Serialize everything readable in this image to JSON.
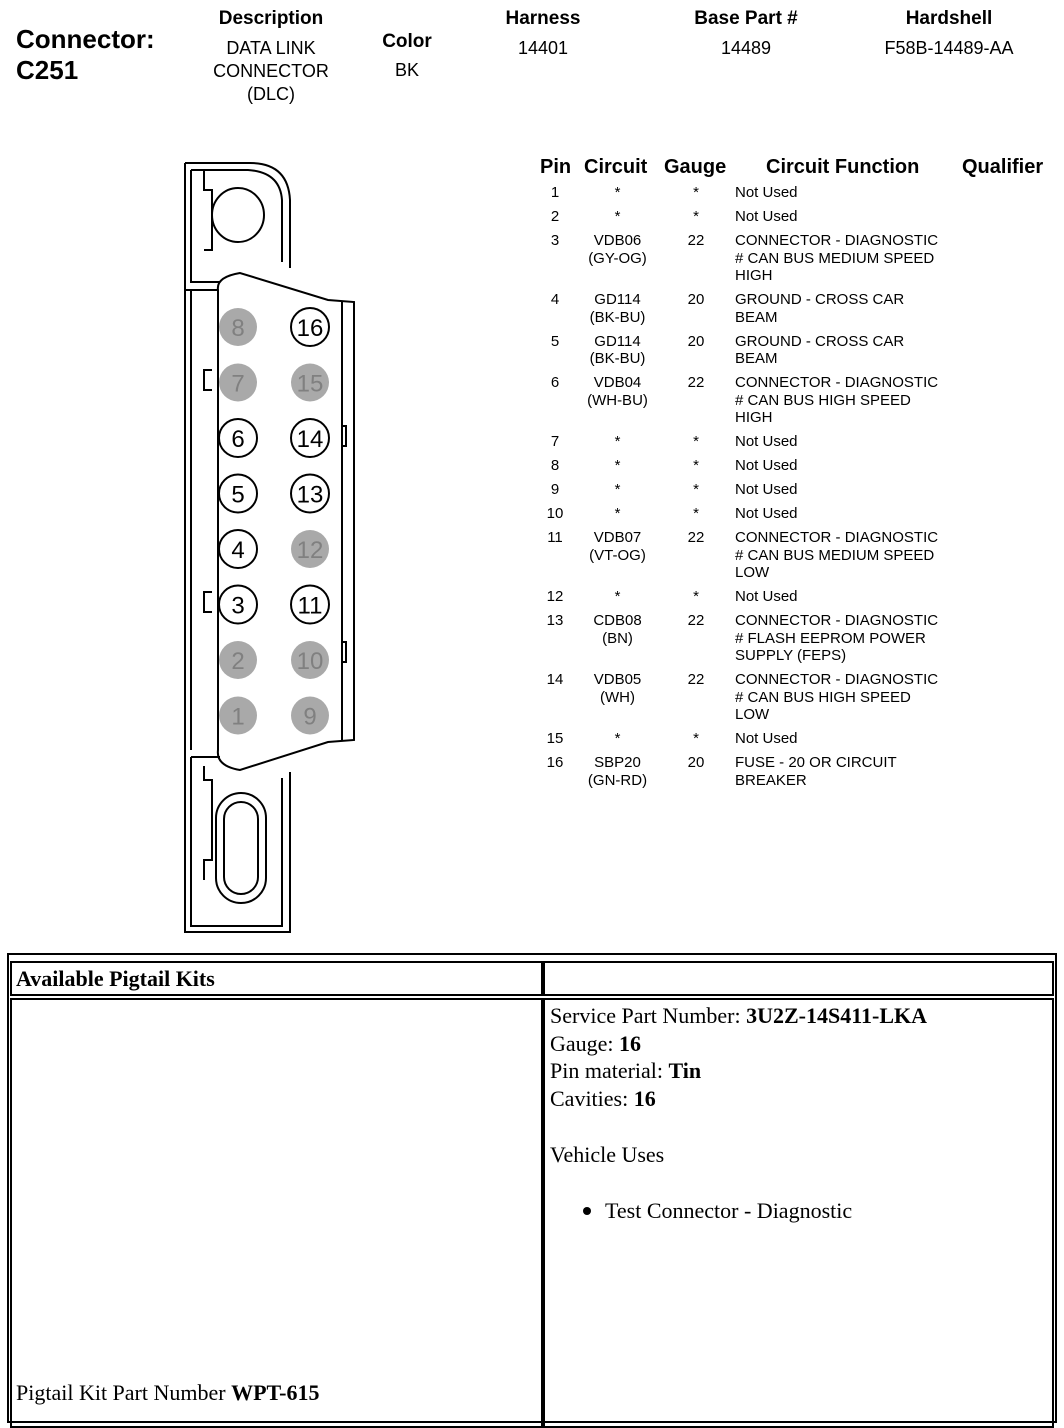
{
  "header": {
    "connector_label": "Connector:",
    "connector_id": "C251",
    "description_label": "Description",
    "description_lines": [
      "DATA LINK",
      "CONNECTOR",
      "(DLC)"
    ],
    "color_label": "Color",
    "color_value": "BK",
    "harness_label": "Harness",
    "harness_value": "14401",
    "base_part_label": "Base Part #",
    "base_part_value": "14489",
    "hardshell_label": "Hardshell",
    "hardshell_value": "F58B-14489-AA"
  },
  "table": {
    "headers": {
      "pin": "Pin",
      "circuit": "Circuit",
      "gauge": "Gauge",
      "function": "Circuit Function",
      "qualifier": "Qualifier"
    },
    "rows": [
      {
        "pin": "1",
        "circuit": [
          "*"
        ],
        "gauge": "*",
        "function": [
          "Not Used"
        ]
      },
      {
        "pin": "2",
        "circuit": [
          "*"
        ],
        "gauge": "*",
        "function": [
          "Not Used"
        ]
      },
      {
        "pin": "3",
        "circuit": [
          "VDB06",
          "(GY-OG)"
        ],
        "gauge": "22",
        "function": [
          "CONNECTOR - DIAGNOSTIC",
          "# CAN BUS MEDIUM SPEED",
          "HIGH"
        ]
      },
      {
        "pin": "4",
        "circuit": [
          "GD114",
          "(BK-BU)"
        ],
        "gauge": "20",
        "function": [
          "GROUND - CROSS CAR",
          "BEAM"
        ]
      },
      {
        "pin": "5",
        "circuit": [
          "GD114",
          "(BK-BU)"
        ],
        "gauge": "20",
        "function": [
          "GROUND - CROSS CAR",
          "BEAM"
        ]
      },
      {
        "pin": "6",
        "circuit": [
          "VDB04",
          "(WH-BU)"
        ],
        "gauge": "22",
        "function": [
          "CONNECTOR - DIAGNOSTIC",
          "# CAN BUS HIGH SPEED",
          "HIGH"
        ]
      },
      {
        "pin": "7",
        "circuit": [
          "*"
        ],
        "gauge": "*",
        "function": [
          "Not Used"
        ]
      },
      {
        "pin": "8",
        "circuit": [
          "*"
        ],
        "gauge": "*",
        "function": [
          "Not Used"
        ]
      },
      {
        "pin": "9",
        "circuit": [
          "*"
        ],
        "gauge": "*",
        "function": [
          "Not Used"
        ]
      },
      {
        "pin": "10",
        "circuit": [
          "*"
        ],
        "gauge": "*",
        "function": [
          "Not Used"
        ]
      },
      {
        "pin": "11",
        "circuit": [
          "VDB07",
          "(VT-OG)"
        ],
        "gauge": "22",
        "function": [
          "CONNECTOR - DIAGNOSTIC",
          "# CAN BUS MEDIUM SPEED",
          "LOW"
        ]
      },
      {
        "pin": "12",
        "circuit": [
          "*"
        ],
        "gauge": "*",
        "function": [
          "Not Used"
        ]
      },
      {
        "pin": "13",
        "circuit": [
          "CDB08",
          "(BN)"
        ],
        "gauge": "22",
        "function": [
          "CONNECTOR - DIAGNOSTIC",
          "# FLASH EEPROM POWER",
          "SUPPLY (FEPS)"
        ]
      },
      {
        "pin": "14",
        "circuit": [
          "VDB05",
          "(WH)"
        ],
        "gauge": "22",
        "function": [
          "CONNECTOR - DIAGNOSTIC",
          "# CAN BUS HIGH SPEED",
          "LOW"
        ]
      },
      {
        "pin": "15",
        "circuit": [
          "*"
        ],
        "gauge": "*",
        "function": [
          "Not Used"
        ]
      },
      {
        "pin": "16",
        "circuit": [
          "SBP20",
          "(GN-RD)"
        ],
        "gauge": "20",
        "function": [
          "FUSE - 20 OR CIRCUIT",
          "BREAKER"
        ]
      }
    ]
  },
  "diagram": {
    "pins_left": [
      {
        "n": "8",
        "used": false
      },
      {
        "n": "7",
        "used": false
      },
      {
        "n": "6",
        "used": true
      },
      {
        "n": "5",
        "used": true
      },
      {
        "n": "4",
        "used": true
      },
      {
        "n": "3",
        "used": true
      },
      {
        "n": "2",
        "used": false
      },
      {
        "n": "1",
        "used": false
      }
    ],
    "pins_right": [
      {
        "n": "16",
        "used": true
      },
      {
        "n": "15",
        "used": false
      },
      {
        "n": "14",
        "used": true
      },
      {
        "n": "13",
        "used": true
      },
      {
        "n": "12",
        "used": false
      },
      {
        "n": "11",
        "used": true
      },
      {
        "n": "10",
        "used": false
      },
      {
        "n": "9",
        "used": false
      }
    ],
    "unused_fill": "#a9a9a9"
  },
  "pigtail": {
    "title": "Available Pigtail Kits",
    "kit_part_label": "Pigtail Kit Part Number ",
    "kit_part_value": "WPT-615",
    "service_part_label": "Service Part Number: ",
    "service_part_value": "3U2Z-14S411-LKA",
    "gauge_label": "Gauge: ",
    "gauge_value": "16",
    "pin_material_label": "Pin material: ",
    "pin_material_value": "Tin",
    "cavities_label": "Cavities: ",
    "cavities_value": "16",
    "vehicle_uses_label": "Vehicle Uses",
    "vehicle_uses": [
      "Test Connector - Diagnostic"
    ]
  }
}
